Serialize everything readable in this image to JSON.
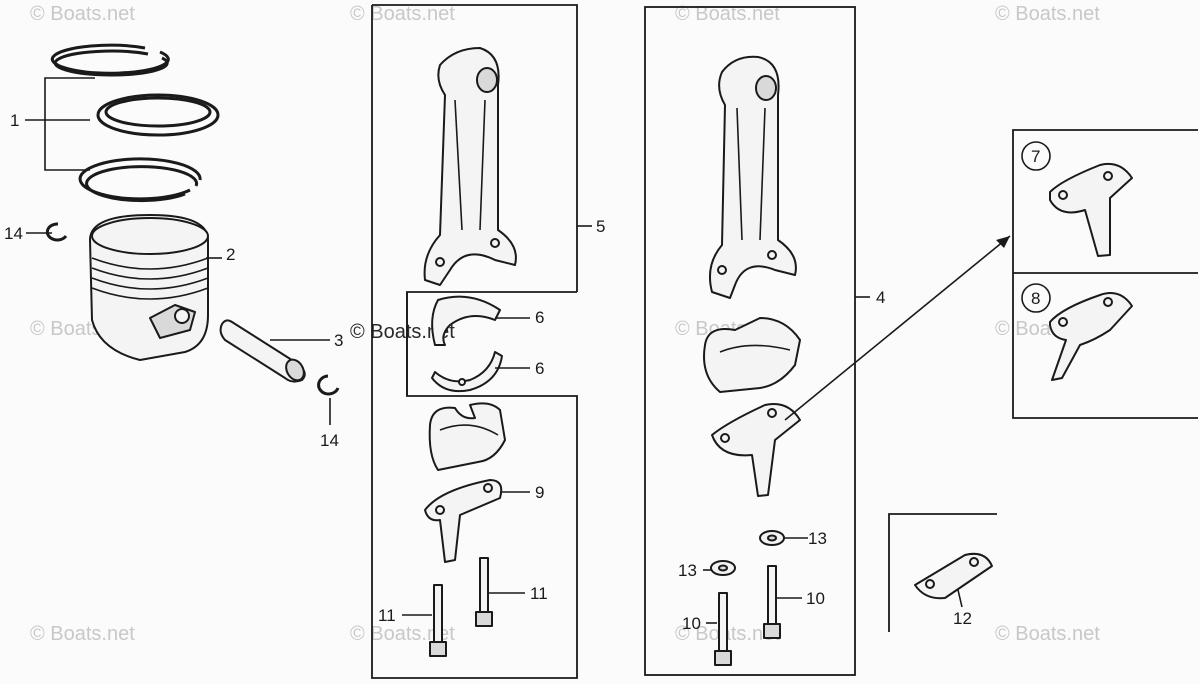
{
  "watermarks": {
    "faint": "© Boats.net",
    "center": "© Boats.net"
  },
  "callouts": {
    "c1": "1",
    "c2": "2",
    "c3": "3",
    "c4": "4",
    "c5": "5",
    "c6a": "6",
    "c6b": "6",
    "c7": "7",
    "c8": "8",
    "c9": "9",
    "c10a": "10",
    "c10b": "10",
    "c11a": "11",
    "c11b": "11",
    "c12": "12",
    "c13a": "13",
    "c13b": "13",
    "c14a": "14",
    "c14b": "14"
  }
}
